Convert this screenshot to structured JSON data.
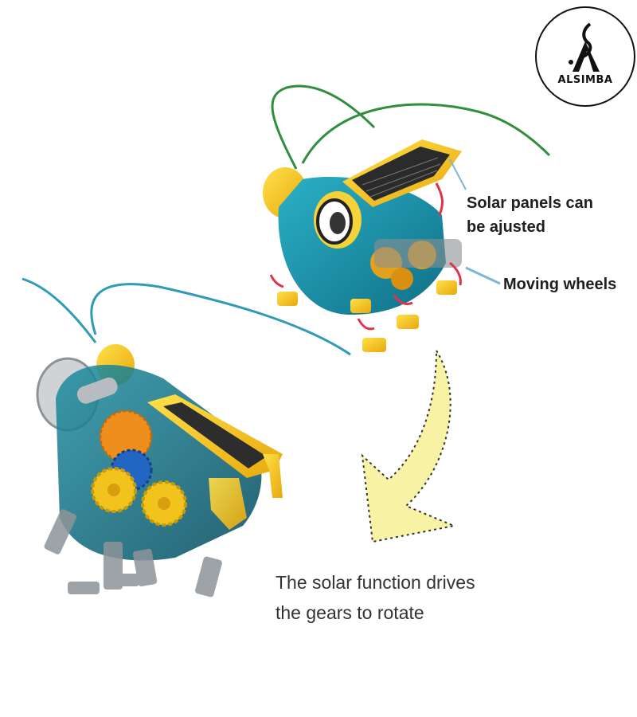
{
  "brand": {
    "logo_text": "ALSIMBA",
    "colors": {
      "ink": "#111111",
      "robot_teal": "#1a8fa8",
      "robot_yellow": "#f4c21a",
      "arrow_fill": "#f8f3a4"
    }
  },
  "callouts": {
    "solar": {
      "line1": "Solar panels can",
      "line2": "be ajusted"
    },
    "wheels": {
      "text": "Moving wheels"
    }
  },
  "caption": {
    "line1": "The solar function drives",
    "line2": "the gears to rotate"
  }
}
